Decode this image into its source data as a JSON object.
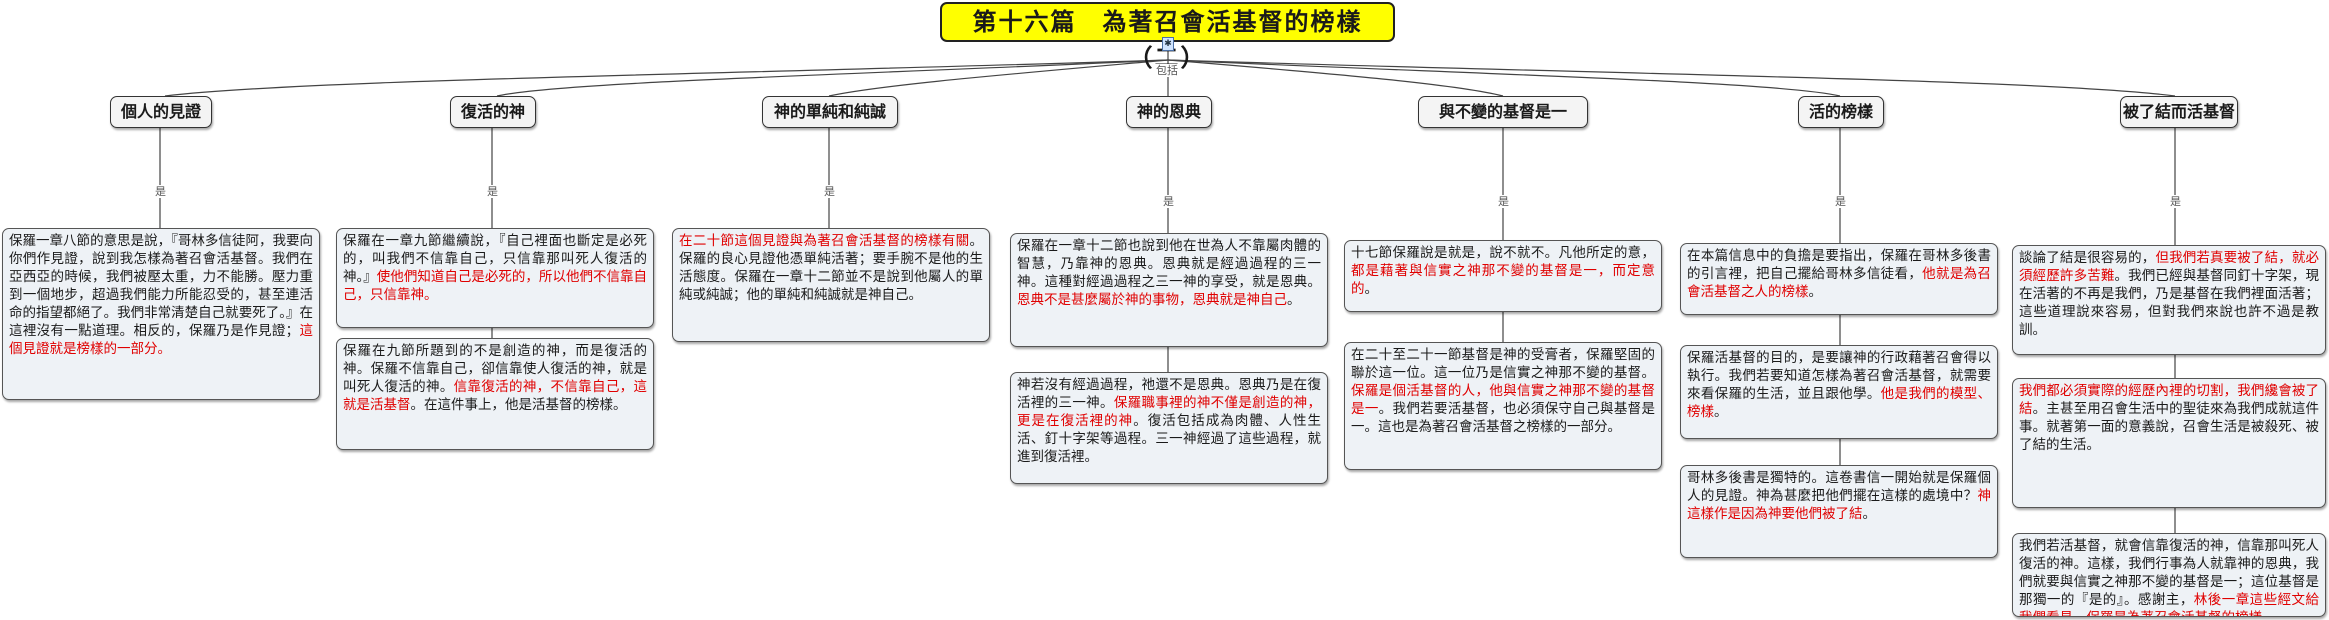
{
  "title": "第十六篇　為著召會活基督的榜樣（二）",
  "hub_label": "包括",
  "topic_label": "是",
  "topics": [
    {
      "label": "個人的見證"
    },
    {
      "label": "復活的神"
    },
    {
      "label": "神的單純和純誠"
    },
    {
      "label": "神的恩典"
    },
    {
      "label": "與不變的基督是一"
    },
    {
      "label": "活的榜樣"
    },
    {
      "label": "被了結而活基督"
    }
  ],
  "notes": [
    [
      {
        "s0": "保羅一章八節的意思是說，『哥林多信徒阿，我要向你們作見證，說到我怎樣為著召會活基督。我們在亞西亞的時候，我們被壓太重，力不能勝。壓力重到一個地步，超過我們能力所能忍受的，甚至連活命的指望都絕了。我們非常清楚自己就要死了。』在這裡沒有一點道理。相反的，保羅乃是作見證；",
        "s1": "這個見證就是榜樣的一部分。"
      }
    ],
    [
      {
        "s0": "保羅在一章九節繼續說，『自己裡面也斷定是必死的，叫我們不信靠自己，只信靠那叫死人復活的神。』",
        "s1": "使他們知道自己是必死的，所以他們不信靠自己，只信靠神。"
      },
      {
        "s0": "保羅在九節所題到的不是創造的神，而是復活的神。保羅不信靠自己，卻信靠使人復活的神，就是叫死人復活的神。",
        "s1": "信靠復活的神，不信靠自己，這就是活基督",
        "s2": "。在這件事上，他是活基督的榜樣。"
      }
    ],
    [
      {
        "s0": "",
        "s1": "在二十節這個見證與為著召會活基督的榜樣有關",
        "s2": "。保羅的良心見證他憑單純活著；要手腕不是他的生活態度。保羅在一章十二節並不是說到他屬人的單純或純誠；他的單純和純誠就是神自己。"
      }
    ],
    [
      {
        "s0": "保羅在一章十二節也說到他在世為人不靠屬肉體的智慧，乃靠神的恩典。恩典就是經過過程的三一神。這種對經過過程之三一神的享受，就是恩典。",
        "s1": "恩典不是甚麼屬於神的事物，恩典就是神自己",
        "s2": "。"
      },
      {
        "s0": "神若沒有經過過程，祂還不是恩典。恩典乃是在復活裡的三一神。",
        "s1": "保羅職事裡的神不僅是創造的神，更是在復活裡的神",
        "s2": "。復活包括成為肉體、人性生活、釘十字架等過程。三一神經過了這些過程，就進到復活裡。"
      }
    ],
    [
      {
        "s0": "十七節保羅說是就是，說不就不。凡他所定的意，",
        "s1": "都是藉著與信實之神那不變的基督是一，而定意的",
        "s2": "。"
      },
      {
        "s0": "在二十至二十一節基督是神的受膏者，保羅堅固的聯於這一位。這一位乃是信實之神那不變的基督。",
        "s1": "保羅是個活基督的人，他與信實之神那不變的基督是一",
        "s2": "。我們若要活基督，也必須保守自己與基督是一。這也是為著召會活基督之榜樣的一部分。"
      }
    ],
    [
      {
        "s0": "在本篇信息中的負擔是要指出，保羅在哥林多後書的引言裡，把自己擺給哥林多信徒看，",
        "s1": "他就是為召會活基督之人的榜樣",
        "s2": "。"
      },
      {
        "s0": "保羅活基督的目的，是要讓神的行政藉著召會得以執行。我們若要知道怎樣為著召會活基督，就需要來看保羅的生活，並且跟他學。",
        "s1": "他是我們的模型、榜樣",
        "s2": "。"
      },
      {
        "s0": "哥林多後書是獨特的。這卷書信一開始就是保羅個人的見證。神為甚麼把他們擺在這樣的處境中？",
        "s1": "神這樣作是因為神要他們被了結",
        "s2": "。"
      }
    ],
    [
      {
        "s0": "談論了結是很容易的，",
        "s1": "但我們若真要被了結，就必須經歷許多苦難",
        "s2": "。我們已經與基督同釘十字架，現在活著的不再是我們，乃是基督在我們裡面活著；這些道理說來容易，但對我們來說也許不過是教訓。"
      },
      {
        "s0": "",
        "s1": "我們都必須實際的經歷內裡的切割，我們纔會被了結",
        "s2": "。主甚至用召會生活中的聖徒來為我們成就這件事。就著第一面的意義說，召會生活是被殺死、被了結的生活。"
      },
      {
        "s0": "我們若活基督，就會信靠復活的神，信靠那叫死人復活的神。這樣，我們行事為人就靠神的恩典，我們就要與信實之神那不變的基督是一；這位基督是那獨一的『是的』。感謝主，",
        "s1": "林後一章這些經文給我們看見，保羅是為著召會活基督的榜樣",
        "s2": "。"
      }
    ]
  ]
}
